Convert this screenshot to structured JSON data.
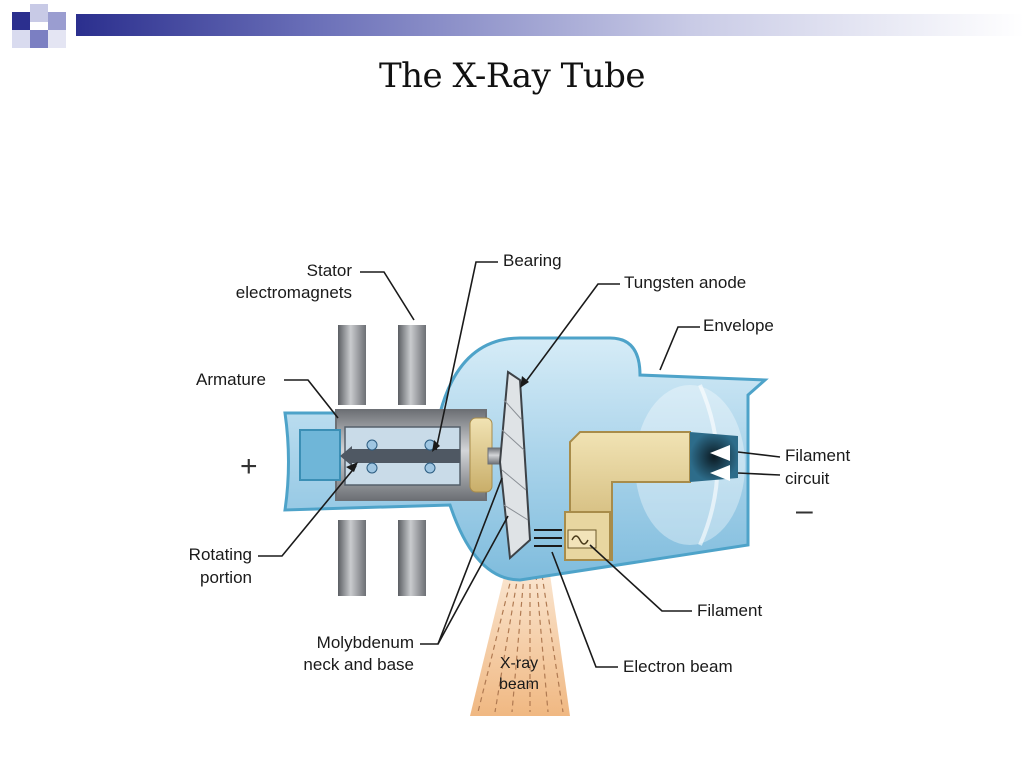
{
  "slide": {
    "title": "The X-Ray Tube"
  },
  "labels": {
    "stator": [
      "Stator",
      "electromagnets"
    ],
    "bearing": "Bearing",
    "tungsten_anode": "Tungsten anode",
    "envelope": "Envelope",
    "armature": "Armature",
    "filament_circuit": [
      "Filament",
      "circuit"
    ],
    "rotating_portion": [
      "Rotating",
      "portion"
    ],
    "molybdenum": [
      "Molybdenum",
      "neck and base"
    ],
    "filament": "Filament",
    "electron_beam": "Electron beam",
    "xray_beam": [
      "X-ray",
      "beam"
    ],
    "plus": "+",
    "minus": "–"
  },
  "colors": {
    "title_bar": "#2b2f8e",
    "envelope": "#b9dcef",
    "envelope_edge": "#4ea3c9",
    "metal": "#8a8d92",
    "cathode": "#e8d6a0",
    "beam": "#f1c79a"
  }
}
